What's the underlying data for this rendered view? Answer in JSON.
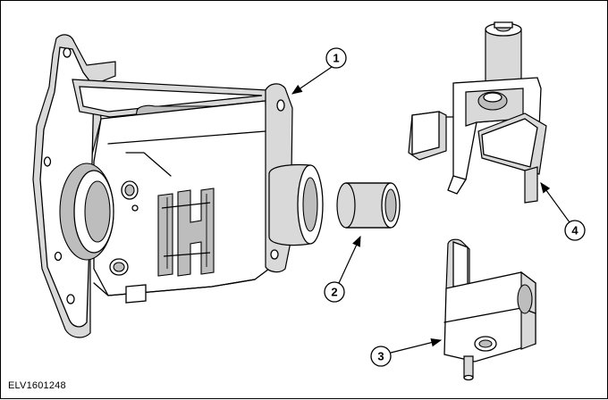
{
  "figure": {
    "id_label": "ELV1601248"
  },
  "callouts": [
    {
      "number": "1"
    },
    {
      "number": "2"
    },
    {
      "number": "3"
    },
    {
      "number": "4"
    }
  ],
  "colors": {
    "line": "#000000",
    "shade_light": "#d9d9d9",
    "shade_dark": "#bdbdbd",
    "background": "#ffffff"
  }
}
